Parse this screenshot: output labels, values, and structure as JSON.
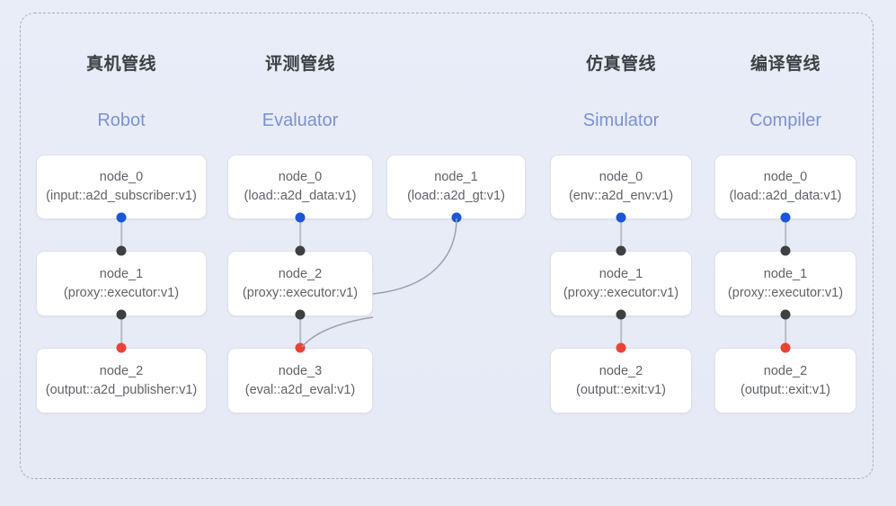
{
  "diagram": {
    "frame_style": "dashed-rounded",
    "background_color": "#e8ecf7",
    "dot_colors": {
      "source": "#1a56d6",
      "intermediate": "#3c4043",
      "sink": "#ea4335"
    },
    "title_color_cn": "#3c4043",
    "title_color_en": "#7b92d4"
  },
  "columns": [
    {
      "title_cn": "真机管线",
      "title_en": "Robot",
      "nodes": [
        {
          "name": "node_0",
          "spec": "(input::a2d_subscriber:v1)"
        },
        {
          "name": "node_1",
          "spec": "(proxy::executor:v1)"
        },
        {
          "name": "node_2",
          "spec": "(output::a2d_publisher:v1)"
        }
      ]
    },
    {
      "title_cn": "评测管线",
      "title_en": "Evaluator",
      "nodes": [
        {
          "name": "node_0",
          "spec": "(load::a2d_data:v1)"
        },
        {
          "name": "node_2",
          "spec": "(proxy::executor:v1)"
        },
        {
          "name": "node_3",
          "spec": "(eval::a2d_eval:v1)"
        }
      ],
      "side_node": {
        "name": "node_1",
        "spec": "(load::a2d_gt:v1)"
      }
    },
    {
      "title_cn": "仿真管线",
      "title_en": "Simulator",
      "nodes": [
        {
          "name": "node_0",
          "spec": "(env::a2d_env:v1)"
        },
        {
          "name": "node_1",
          "spec": "(proxy::executor:v1)"
        },
        {
          "name": "node_2",
          "spec": "(output::exit:v1)"
        }
      ]
    },
    {
      "title_cn": "编译管线",
      "title_en": "Compiler",
      "nodes": [
        {
          "name": "node_0",
          "spec": "(load::a2d_data:v1)"
        },
        {
          "name": "node_1",
          "spec": "(proxy::executor:v1)"
        },
        {
          "name": "node_2",
          "spec": "(output::exit:v1)"
        }
      ]
    }
  ]
}
